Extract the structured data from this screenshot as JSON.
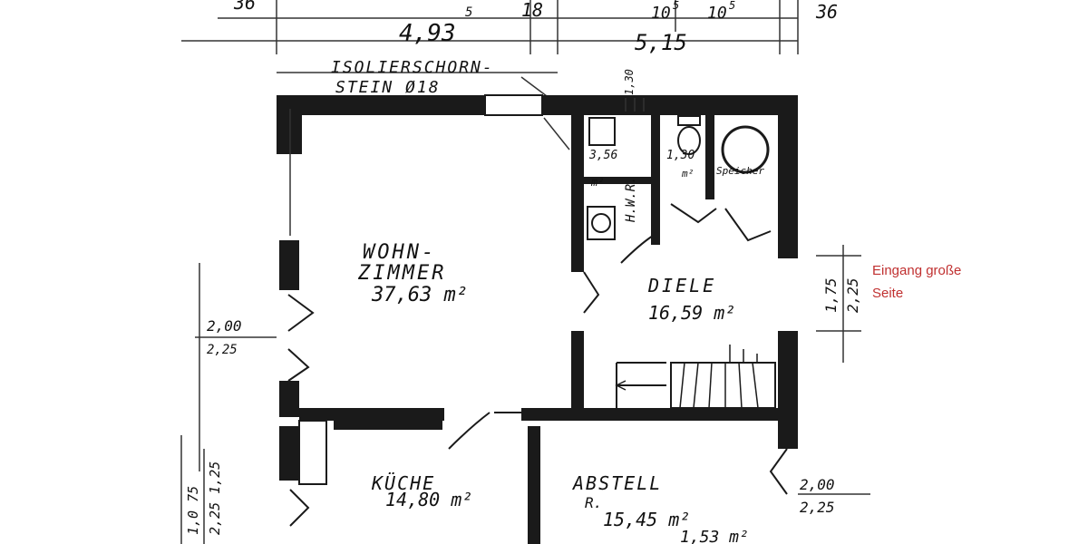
{
  "annotation": {
    "line1": "Eingang große",
    "line2": "Seite",
    "color": "#c03030"
  },
  "top_dims": {
    "d36_left": "36",
    "d493": "4,93",
    "d493_sup": "5",
    "d18": "18",
    "d105a": "10",
    "d105a_sup": "5",
    "d105b": "10",
    "d105b_sup": "5",
    "d36_right": "36",
    "d515": "5,15"
  },
  "chimney": {
    "line1": "ISOLIERSCHORN-",
    "line2": "STEIN Ø18"
  },
  "rooms": {
    "wohn": {
      "name1": "WOHN-",
      "name2": "ZIMMER",
      "area": "37,63 m²"
    },
    "diele": {
      "name": "DIELE",
      "area": "16,59 m²"
    },
    "kueche": {
      "name": "KÜCHE",
      "area": "14,80 m²"
    },
    "abstell": {
      "name": "ABSTELL",
      "sub": "R.",
      "area": "15,45 m²",
      "extra": "1,53 m²"
    },
    "hwr": {
      "label": "H.W.R.",
      "area": "3,56",
      "unit": "m²"
    },
    "wc": {
      "area": "1,30",
      "unit": "m²"
    },
    "speicher": {
      "label": "Speicher"
    }
  },
  "side_dims": {
    "left_200": "2,00",
    "left_225": "2,25",
    "left_v1": "1,0 75",
    "left_v2": "2,25 1,25",
    "right_175": "1,75",
    "right_225": "2,25",
    "bottom_right_200": "2,00",
    "bottom_right_225": "2,25",
    "stair": "1,30"
  }
}
